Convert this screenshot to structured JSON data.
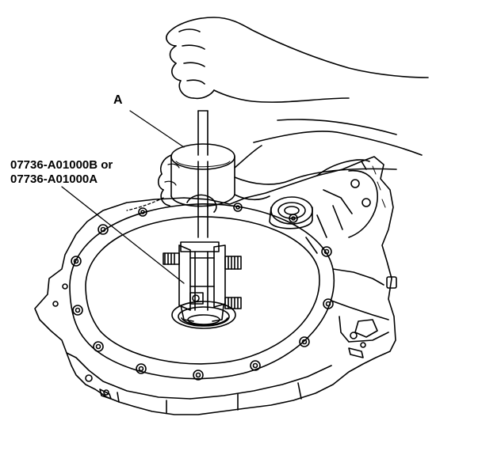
{
  "labels": {
    "part_a": "A",
    "tool_line_1": "07736-A01000B or",
    "tool_line_2": "07736-A01000A"
  },
  "colors": {
    "line": "#000000",
    "background": "#ffffff"
  }
}
